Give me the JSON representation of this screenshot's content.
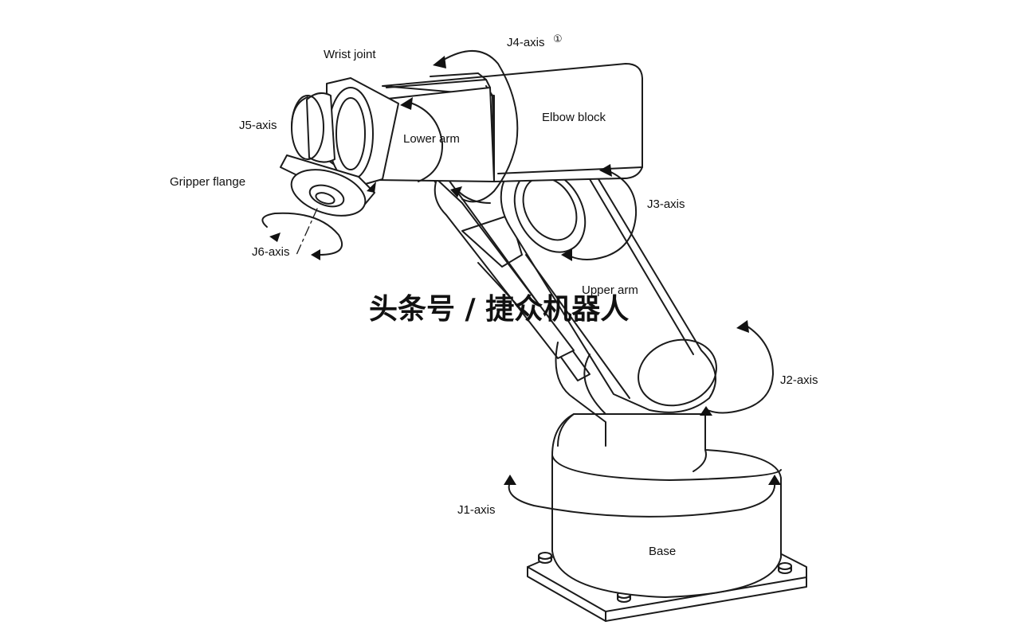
{
  "labels": {
    "wrist_joint": "Wrist joint",
    "j4_axis": "J4-axis",
    "j4_note": "①",
    "j5_axis": "J5-axis",
    "lower_arm": "Lower arm",
    "elbow_block": "Elbow block",
    "gripper_flange": "Gripper flange",
    "j3_axis": "J3-axis",
    "j6_axis": "J6-axis",
    "upper_arm": "Upper arm",
    "j2_axis": "J2-axis",
    "j1_axis": "J1-axis",
    "base": "Base"
  },
  "watermark": "头条号 / 捷众机器人",
  "colors": {
    "line": "#1b1b1b",
    "background": "#ffffff"
  }
}
